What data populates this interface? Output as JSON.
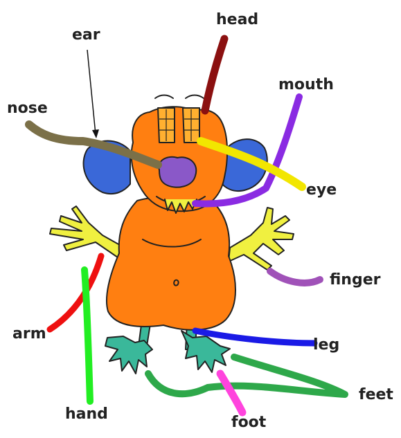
{
  "labels": {
    "head": "head",
    "ear": "ear",
    "mouth": "mouth",
    "nose": "nose",
    "eye": "eye",
    "finger": "finger",
    "arm": "arm",
    "leg": "leg",
    "feet": "feet",
    "hand": "hand",
    "foot": "foot"
  },
  "colors": {
    "head": "#8b1010",
    "ear": "#111111",
    "mouth": "#8a2be2",
    "nose": "#7b7048",
    "eye": "#f2e600",
    "finger": "#a052b8",
    "arm": "#ee1010",
    "leg": "#1a1ae6",
    "feet": "#2ea84a",
    "hand": "#22ee22",
    "foot": "#ff44dd",
    "monster_body": "#ff7f11",
    "monster_ears": "#3a68d8",
    "monster_nose": "#8a58c8",
    "monster_limbs": "#f0f040",
    "monster_feet": "#3ab89a",
    "outline": "#222222"
  }
}
